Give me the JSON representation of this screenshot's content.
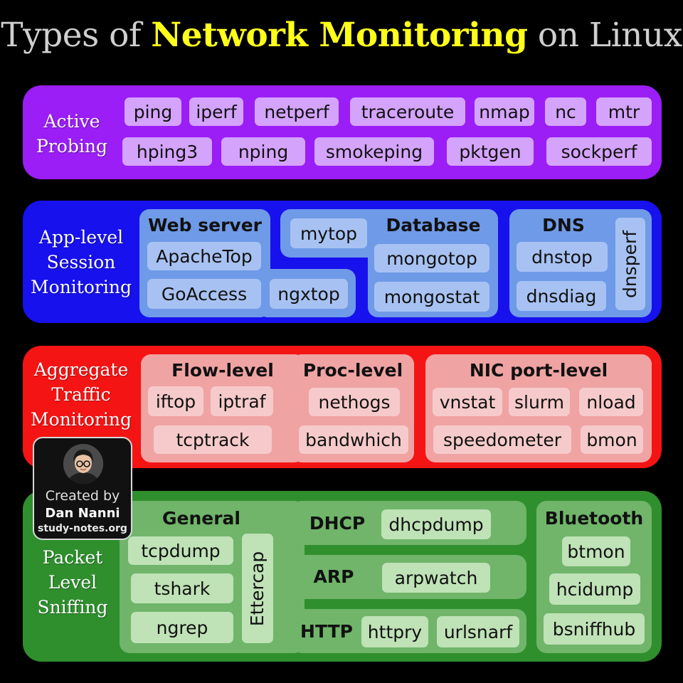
{
  "title": {
    "part1": "Types of ",
    "highlight": "Network Monitoring",
    "part2": " on Linux"
  },
  "active": {
    "label_lines": [
      "Active",
      "Probing"
    ],
    "row1": [
      "ping",
      "iperf",
      "netperf",
      "traceroute",
      "nmap",
      "nc",
      "mtr"
    ],
    "row2": [
      "hping3",
      "nping",
      "smokeping",
      "pktgen",
      "sockperf"
    ]
  },
  "app": {
    "label_lines": [
      "App-level",
      "Session",
      "Monitoring"
    ],
    "web": {
      "title": "Web server",
      "tools": [
        "ApacheTop",
        "GoAccess",
        "ngxtop"
      ]
    },
    "db": {
      "title": "Database",
      "tools": [
        "mytop",
        "mongotop",
        "mongostat"
      ]
    },
    "dns": {
      "title": "DNS",
      "tools": [
        "dnstop",
        "dnsdiag"
      ],
      "vertical": "dnsperf"
    }
  },
  "agg": {
    "label_lines": [
      "Aggregate",
      "Traffic",
      "Monitoring"
    ],
    "flow": {
      "title": "Flow-level",
      "tools": [
        "iftop",
        "iptraf",
        "tcptrack"
      ]
    },
    "proc": {
      "title": "Proc-level",
      "tools": [
        "nethogs",
        "bandwhich"
      ]
    },
    "nic": {
      "title": "NIC port-level",
      "tools": [
        "vnstat",
        "slurm",
        "nload",
        "speedometer",
        "bmon"
      ]
    }
  },
  "pkt": {
    "label_lines": [
      "Packet",
      "Level",
      "Sniffing"
    ],
    "general": {
      "title": "General",
      "tools": [
        "tcpdump",
        "tshark",
        "ngrep"
      ],
      "vertical": "Ettercap"
    },
    "dhcp": {
      "title": "DHCP",
      "tools": [
        "dhcpdump"
      ]
    },
    "arp": {
      "title": "ARP",
      "tools": [
        "arpwatch"
      ]
    },
    "http": {
      "title": "HTTP",
      "tools": [
        "httpry",
        "urlsnarf"
      ]
    },
    "bt": {
      "title": "Bluetooth",
      "tools": [
        "btmon",
        "hcidump",
        "bsniffhub"
      ]
    }
  },
  "credit": {
    "line1": "Created by",
    "name": "Dan Nanni",
    "site": "study-notes.org"
  }
}
